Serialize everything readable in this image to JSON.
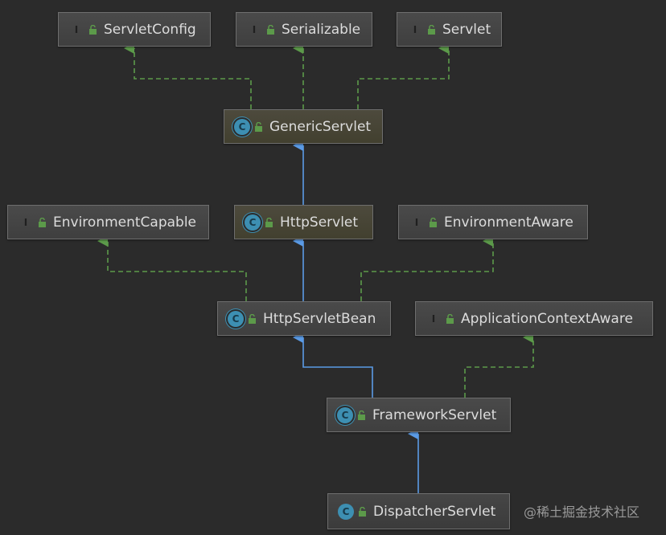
{
  "nodes": {
    "servlet_config": {
      "name": "ServletConfig",
      "kind": "interface",
      "badge": "I"
    },
    "serializable": {
      "name": "Serializable",
      "kind": "interface",
      "badge": "I"
    },
    "servlet": {
      "name": "Servlet",
      "kind": "interface",
      "badge": "I"
    },
    "generic_servlet": {
      "name": "GenericServlet",
      "kind": "abstract-class",
      "badge": "C"
    },
    "environment_capable": {
      "name": "EnvironmentCapable",
      "kind": "interface",
      "badge": "I"
    },
    "http_servlet": {
      "name": "HttpServlet",
      "kind": "abstract-class",
      "badge": "C"
    },
    "environment_aware": {
      "name": "EnvironmentAware",
      "kind": "interface",
      "badge": "I"
    },
    "http_servlet_bean": {
      "name": "HttpServletBean",
      "kind": "abstract-class",
      "badge": "C"
    },
    "application_context_aware": {
      "name": "ApplicationContextAware",
      "kind": "interface",
      "badge": "I"
    },
    "framework_servlet": {
      "name": "FrameworkServlet",
      "kind": "abstract-class",
      "badge": "C"
    },
    "dispatcher_servlet": {
      "name": "DispatcherServlet",
      "kind": "class",
      "badge": "C"
    }
  },
  "edges": [
    {
      "from": "generic_servlet",
      "to": "servlet_config",
      "type": "implements"
    },
    {
      "from": "generic_servlet",
      "to": "serializable",
      "type": "implements"
    },
    {
      "from": "generic_servlet",
      "to": "servlet",
      "type": "implements"
    },
    {
      "from": "http_servlet",
      "to": "generic_servlet",
      "type": "extends"
    },
    {
      "from": "http_servlet_bean",
      "to": "http_servlet",
      "type": "extends"
    },
    {
      "from": "http_servlet_bean",
      "to": "environment_capable",
      "type": "implements"
    },
    {
      "from": "http_servlet_bean",
      "to": "environment_aware",
      "type": "implements"
    },
    {
      "from": "framework_servlet",
      "to": "http_servlet_bean",
      "type": "extends"
    },
    {
      "from": "framework_servlet",
      "to": "application_context_aware",
      "type": "implements"
    },
    {
      "from": "dispatcher_servlet",
      "to": "framework_servlet",
      "type": "extends"
    }
  ],
  "colors": {
    "extends": "#5b9be6",
    "implements": "#5c9a4a",
    "interface_badge": "#6e9b52",
    "class_badge": "#3d8fb2",
    "background": "#2b2b2b"
  },
  "watermark": "@稀土掘金技术社区"
}
